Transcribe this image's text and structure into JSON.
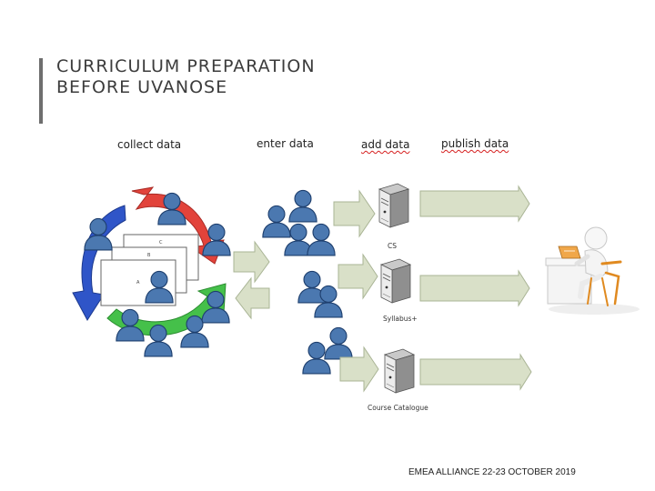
{
  "slide": {
    "title_line1": "CURRICULUM PREPARATION",
    "title_line2": "BEFORE UVANOSE",
    "footer": "EMEA ALLIANCE   22-23 OCTOBER 2019"
  },
  "diagram": {
    "stages": {
      "collect": "collect data",
      "enter": "enter data",
      "add": "add data",
      "publish": "publish data"
    },
    "systems": {
      "cs": "CS",
      "syllabus": "Syllabus+",
      "course_catalogue": "Course Catalogue"
    },
    "colors": {
      "cycle_red": "#e2433b",
      "cycle_blue": "#2f55c8",
      "cycle_green": "#45c04a",
      "person": "#4b78b0",
      "arrow_fill": "#d9e0c8",
      "arrow_stroke": "#a9b495"
    },
    "icons": [
      "person-icon",
      "server-icon",
      "document-icon",
      "computer-user-icon"
    ]
  }
}
